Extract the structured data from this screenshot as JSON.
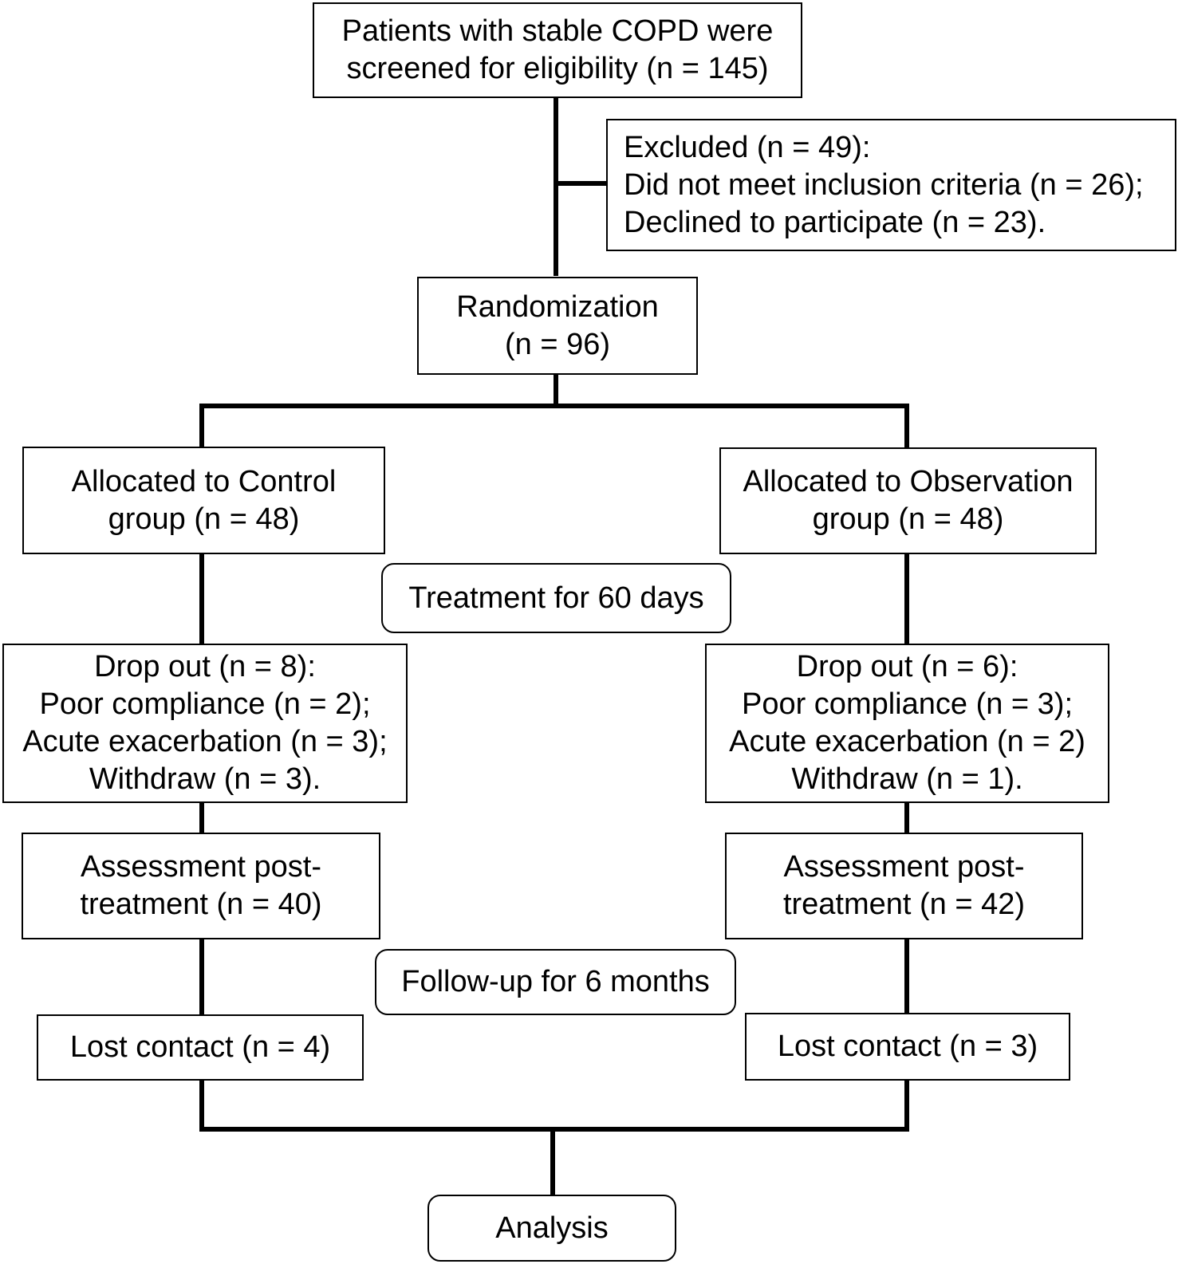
{
  "screening": {
    "lines": [
      "Patients with stable COPD were",
      "screened for eligibility (n = 145)"
    ]
  },
  "excluded": {
    "lines": [
      "Excluded (n = 49):",
      "Did not meet inclusion criteria (n = 26);",
      "Declined to participate (n = 23)."
    ]
  },
  "randomization": {
    "lines": [
      "Randomization",
      "(n = 96)"
    ]
  },
  "control": {
    "allocated": {
      "lines": [
        "Allocated to Control",
        "group (n = 48)"
      ]
    },
    "dropout": {
      "lines": [
        "Drop out (n = 8):",
        "Poor compliance (n = 2);",
        "Acute exacerbation (n = 3);",
        "Withdraw (n = 3)."
      ]
    },
    "assessment": {
      "lines": [
        "Assessment post-",
        "treatment (n = 40)"
      ]
    },
    "lost": {
      "lines": [
        "Lost contact (n = 4)"
      ]
    }
  },
  "observation": {
    "allocated": {
      "lines": [
        "Allocated to Observation",
        "group (n = 48)"
      ]
    },
    "dropout": {
      "lines": [
        "Drop out (n = 6):",
        "Poor compliance (n = 3);",
        "Acute exacerbation (n = 2)",
        "Withdraw (n = 1)."
      ]
    },
    "assessment": {
      "lines": [
        "Assessment post-",
        "treatment (n = 42)"
      ]
    },
    "lost": {
      "lines": [
        "Lost contact (n = 3)"
      ]
    }
  },
  "treatment": {
    "lines": [
      "Treatment for 60 days"
    ]
  },
  "followup": {
    "lines": [
      "Follow-up for 6 months"
    ]
  },
  "analysis": {
    "lines": [
      "Analysis"
    ]
  }
}
